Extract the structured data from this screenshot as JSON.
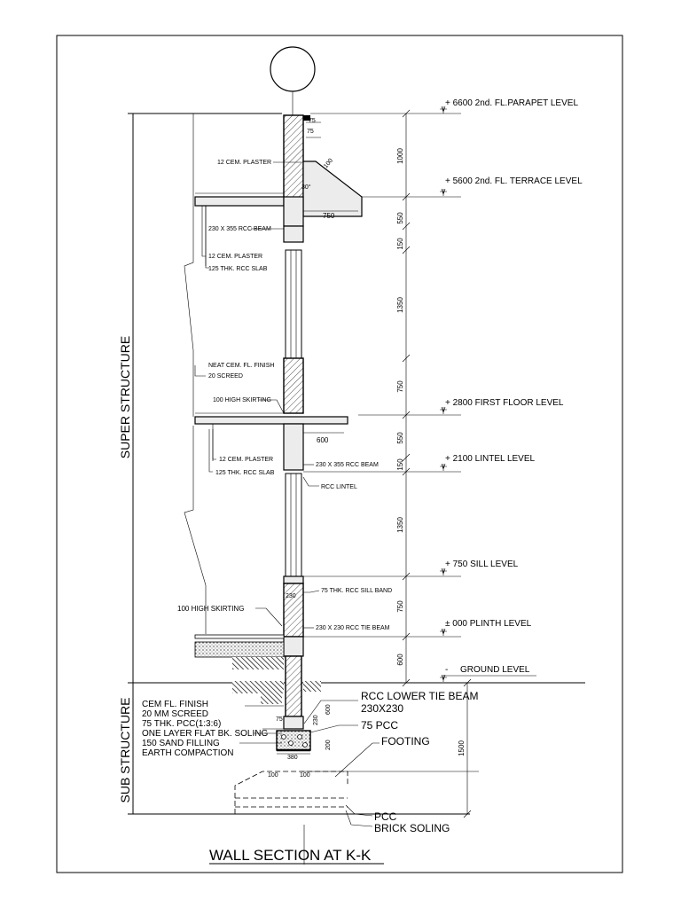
{
  "title": "WALL SECTION AT K-K",
  "zones": {
    "super_structure": "SUPER STRUCTURE",
    "sub_structure": "SUB STRUCTURE"
  },
  "levels": {
    "parapet": "+ 6600 2nd. FL.PARAPET LEVEL",
    "terrace": "+ 5600 2nd. FL. TERRACE LEVEL",
    "first_floor": "+ 2800 FIRST FLOOR LEVEL",
    "lintel": "+ 2100 LINTEL LEVEL",
    "sill": "+ 750 SILL LEVEL",
    "plinth": "± 000 PLINTH LEVEL",
    "ground": "GROUND LEVEL",
    "ground_mark": "-"
  },
  "dims": {
    "d1000": "1000",
    "d550a": "550",
    "d150a": "150",
    "d1350a": "1350",
    "d750a": "750",
    "d550b": "550",
    "d150b": "150",
    "d1350b": "1350",
    "d750b": "750",
    "d600a": "600",
    "d600b": "600",
    "d1500": "1500",
    "d75a": "75",
    "d75b": "75",
    "d75c": "75",
    "d100a": "100",
    "d100b": "100",
    "d100c": "100",
    "d30": "30°",
    "d750h": "750",
    "d600h": "600",
    "d230a": "230",
    "d230b": "230",
    "d200": "200",
    "d380": "380"
  },
  "labels": {
    "cem_plaster_top": "12 CEM. PLASTER",
    "beam_top": "230 X 355 RCC BEAM",
    "plaster_2": "12 CEM. PLASTER",
    "slab_2": "125 THK. RCC SLAB",
    "neat_cem": "NEAT CEM. FL. FINISH",
    "screed_20": "20 SCREED",
    "skirting_1": "100 HIGH SKIRTING",
    "plaster_3": "12 CEM. PLASTER",
    "slab_3": "125 THK. RCC SLAB",
    "beam_mid": "230 X 355 RCC BEAM",
    "rcc_lintel": "RCC LINTEL",
    "sill_band": "75 THK. RCC SILL BAND",
    "skirting_2": "100 HIGH SKIRTING",
    "tie_beam": "230 X 230 RCC TIE BEAM",
    "lower_tie_1": "RCC LOWER TIE BEAM",
    "lower_tie_2": "230X230",
    "pcc_75": "75 PCC",
    "footing": "FOOTING",
    "pcc": "PCC",
    "brick_soling": "BRICK SOLING"
  },
  "floor_layers": [
    "CEM FL. FINISH",
    "20 MM SCREED",
    "75 THK. PCC(1:3:6)",
    "ONE LAYER FLAT BK. SOLING",
    "150 SAND FILLING",
    "EARTH COMPACTION"
  ]
}
